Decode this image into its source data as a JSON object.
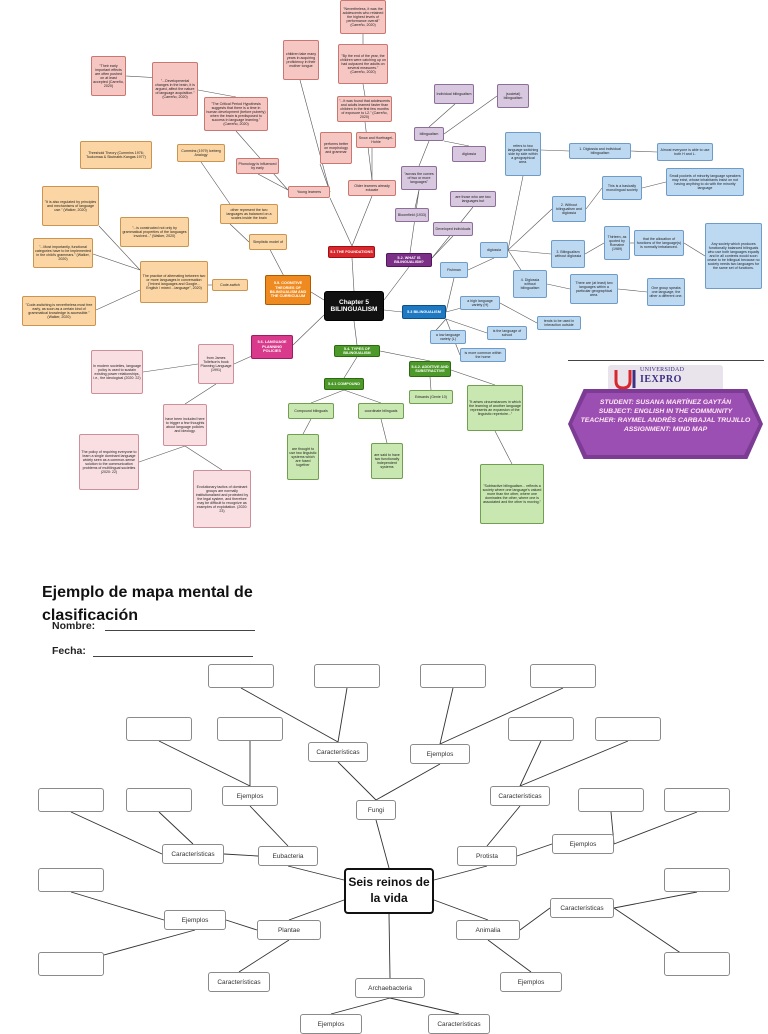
{
  "mindmap": {
    "central": "Chapter 5 BILINGUALISM",
    "sections": [
      "5.1 THE FOUNDATIONS",
      "5.2. WHAT IS BILINGUALISM?",
      "5.3 BILINGUALISM",
      "5.4. TYPES OF BILINGUALISM",
      "5.5. COGNITIVE THEORIES OF BILINGUALISM AND THE CURRICULUM",
      "5.6. LANGUAGE PLANNING POLICIES",
      "5.4.1 COMPOUND",
      "5.4.2. ADDITIVE AND SUBSTRACTIVE"
    ],
    "notes": {
      "n1": "\"Their early important effects are often pushed on at least accepted (Carreño, 2020)",
      "n2": "\"...Developmental changes in the brain, it is argued, affect the nature of language acquisition.\" (Carreño, 2020)",
      "n3": "\"The Critical Period Hypothesis suggests that there is a time in human development (before puberty) when the brain is predisposed to success in language learning.\" (Carreño, 2020)",
      "n4": "children take many years in acquiring proficiency in their mother tongue",
      "n5": "\"Nevertheless, it was the adolescents who retained the highest levels of performance overall\" (Carreño, 2020)",
      "n6": "\"By the end of the year, the children were catching up on had outpaced the adults on several measures.\" (Carreño, 2020)",
      "n7": "\"...It was found that adolescents and adults learned faster than children in the first few months of exposure to L2.\" (Carreño, 2020)",
      "n8": "performs better on morphology and grammar",
      "n9": "Snow and Hoefnagel-Hohle",
      "n10": "Phonology is influenced by early",
      "n11": "Young learners",
      "n12": "Older learners already educate",
      "n13": "Threshold Theory (Cummins 1976; Toukomaa & Skutnabb-Kangas 1977)",
      "n14": "Cummins (1979) Iceberg Analogy",
      "n15": "other represent the two languages as balanced on a scales inside the brain",
      "n16": "\"It is also regulated by principles and mechanisms of language use.\" (Walker, 2020)",
      "n17": "\"...is constructed not only by grammatical properties of the languages involved...\" (Walker, 2020)",
      "n18": "\"...Most importantly, functional categories have to be implemented in the child's grammars.\" (Walker, 2020)",
      "n19": "\"Code-switching is nevertheless most free early, as soon as a certain kind of grammatical knowledge is accessible.\" (Walker, 2020)",
      "n20": "Simplistic model of",
      "n21": "The practice of alternating between two or more languages in conversation (\"mixed languages and Google... English / mixed ...language\", 2020)",
      "n22": "Code-switch",
      "n23": "In modern societies, language policy is used to sustain existing power relationships, i.e., the ideological (2020: 22)",
      "n24": "from James Tollefson's book Planning Language (1991)",
      "n25": "have been included here to trigger a few thoughts about language policies and ideology.",
      "n26": "The policy of requiring everyone to learn a single dominant language widely seen as a common-sense solution to the communication problems of multilingual societies (2020: 22)",
      "n27": "Evolutionary tactics of dominant groups are normally institutionalized and protected by the legal system, and therefore may be difficult to recognize as examples of exploitation. (2020: 23)",
      "n28": "Individual bilingualism",
      "n29": "(societal) bilingualism",
      "n30": "bilingualism",
      "n31": "diglossia",
      "n32": "\"across the curves of two or more languages\"",
      "n33": "Bloomfield (1933)",
      "n34": "are those who are two languages but",
      "n35": "Developed individuals",
      "n36": "Fishman",
      "n37": "refers to two language switching side by side within a geographical area.",
      "n38": "1. Diglossia and individual bilingualism",
      "n39": "Almost everyone is able to use both H and L.",
      "n40": "2. Without bilingualism and diglossia",
      "n41": "This is a basically monolingual society",
      "n42": "Small pockets of minority language speakers may exist, whose inhabitants insist on not having anything to do with the minority language",
      "n43": "3. Bilingualism without diglossia",
      "n44": "Thirteen, as quoted by Romaine (1989)",
      "n45": "that the allocation of functions of the language(s) is normally imbalanced.",
      "n46": "Any society which produces functionally balanced bilinguals who use both languages equally and in all contexts would soon cease to be bilingual because no society needs two languages for the same set of functions.",
      "n47": "4. Diglossia without bilingualism",
      "n48": "There are (at least) two languages within a particular geographical area.",
      "n49": "One group speaks one language, the other a different one.",
      "n50": "a high language variety (H)",
      "n51": "tends to be used in interaction outside",
      "n52": "a low language variety (L)",
      "n53": "is the language of school",
      "n54": "is more common within the home",
      "n55": "Compound bilinguals",
      "n56": "coordinate bilinguals",
      "n57": "are thought to use two linguistic systems which are fused together",
      "n58": "are said to have two functionally independent systems",
      "n59": "Edwards (Genie 10)",
      "n60": "\"It arises circumstances in which the learning of another language represents an expansion of the linguistic repertoire...\"",
      "n61": "\"Subtractive bilingualism... reflects a society where one language's valued more than the other, where one dominates the other, where one is associated and the other is moving.\""
    }
  },
  "card": {
    "logo_line1": "UNIVERSIDAD",
    "logo_line2": "IEXPRO",
    "lines": [
      "STUDENT: SUSANA MARTÍNEZ GAYTÁN",
      "SUBJECT: ENGLISH IN THE COMMUNITY",
      "TEACHER: RAYMEL ANDRÉS CARBAJAL TRUJILLO",
      "ASSIGNMENT: MIND MAP"
    ]
  },
  "worksheet": {
    "title_line1": "Ejemplo de mapa mental de",
    "title_line2": "clasificación",
    "nombre_label": "Nombre:",
    "fecha_label": "Fecha:",
    "center": "Seis reinos de la vida",
    "kingdoms": {
      "fungi": "Fungi",
      "bacteria": "Eubacteria",
      "protista": "Protista",
      "plantae": "Plantae",
      "animalia": "Animalia",
      "arque": "Archaebacteria"
    },
    "subs": {
      "carac": "Características",
      "ejemplos": "Ejemplos"
    }
  }
}
